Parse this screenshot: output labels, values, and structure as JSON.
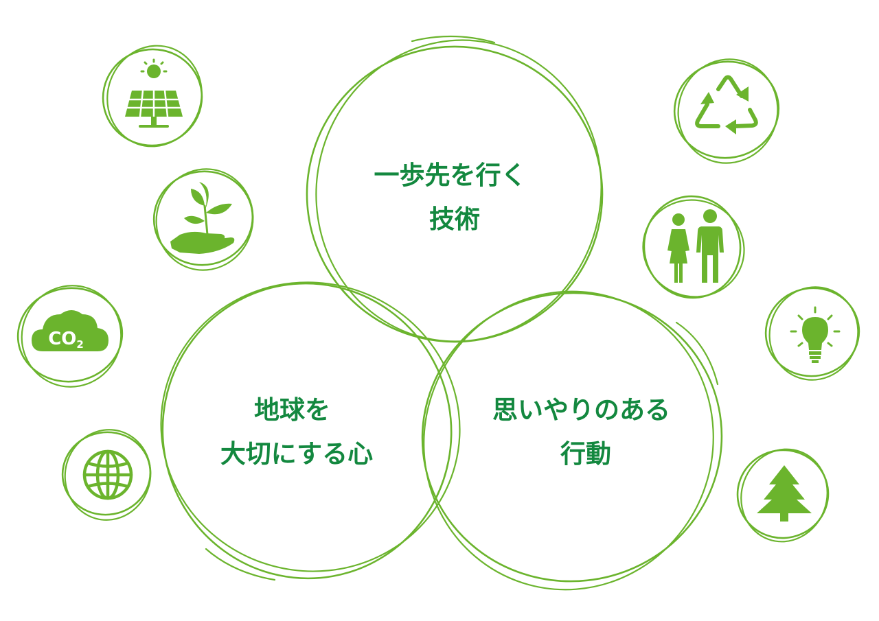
{
  "colors": {
    "ring": "#6bb42d",
    "icon": "#6bb42d",
    "text": "#13883f",
    "background": "#ffffff"
  },
  "venn": [
    {
      "id": "technology",
      "lines": [
        "一歩先を行く",
        "技術"
      ]
    },
    {
      "id": "earth",
      "lines": [
        "地球を",
        "大切にする心"
      ]
    },
    {
      "id": "action",
      "lines": [
        "思いやりのある",
        "行動"
      ]
    }
  ],
  "icons": {
    "left": [
      "solar-panel-icon",
      "sprout-in-hand-icon",
      "co2-cloud-icon",
      "globe-icon"
    ],
    "right": [
      "recycle-icon",
      "people-icon",
      "light-bulb-icon",
      "tree-icon"
    ]
  },
  "co2_label": {
    "main": "CO",
    "sub": "2"
  }
}
